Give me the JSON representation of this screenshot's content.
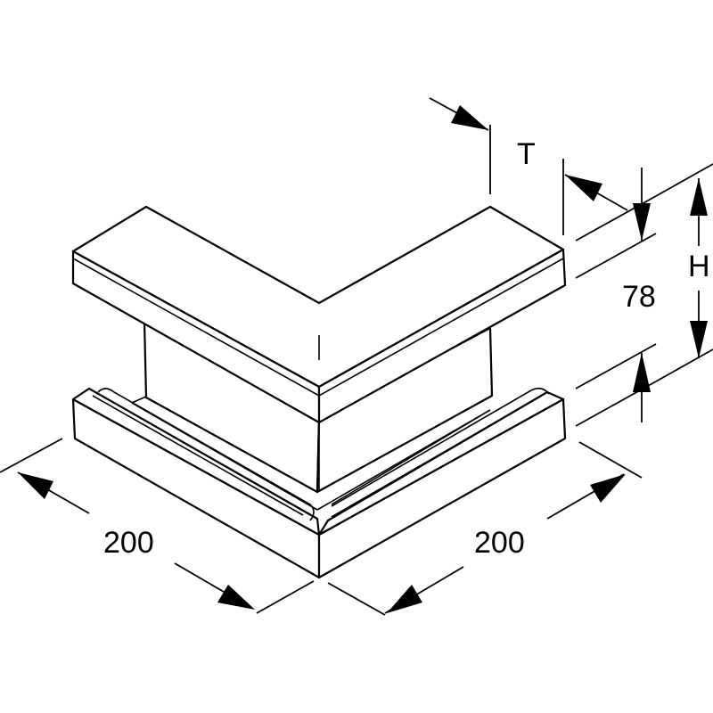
{
  "dimensions": {
    "width_left": "200",
    "width_right": "200",
    "height_value": "78",
    "height_symbol": "H",
    "thickness_symbol": "T"
  }
}
